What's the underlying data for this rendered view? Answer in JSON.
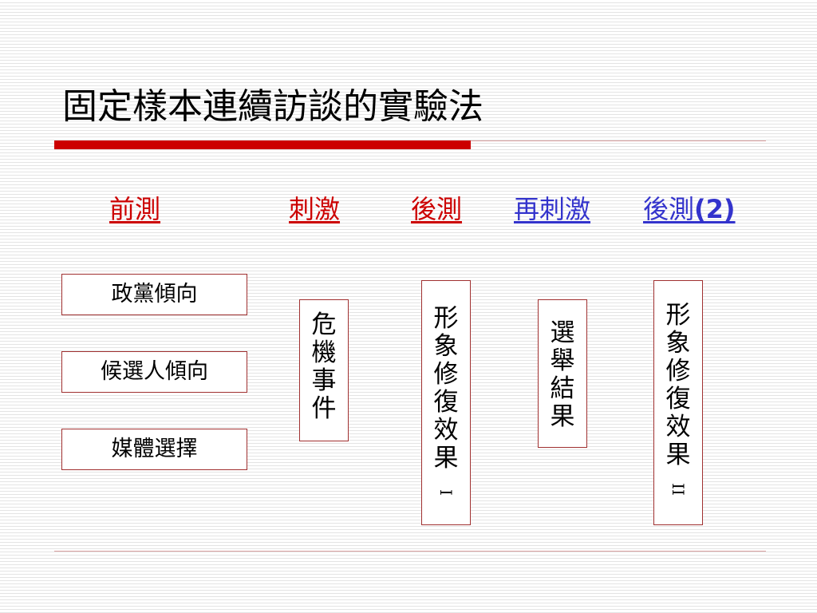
{
  "title": "固定樣本連續訪談的實驗法",
  "colors": {
    "accent_red": "#cc0000",
    "link_red": "#cc0000",
    "link_blue": "#3333cc",
    "box_border": "#a03030"
  },
  "stages": [
    {
      "label": "前測",
      "suffix": "",
      "color": "#cc0000"
    },
    {
      "label": "刺激",
      "suffix": "",
      "color": "#cc0000"
    },
    {
      "label": "後測",
      "suffix": "",
      "color": "#cc0000"
    },
    {
      "label": "再刺激",
      "suffix": "",
      "color": "#3333cc"
    },
    {
      "label": "後測",
      "suffix": "(2)",
      "color": "#3333cc"
    }
  ],
  "pretest_boxes": [
    "政黨傾向",
    "候選人傾向",
    "媒體選擇"
  ],
  "stimulus_box": [
    "危",
    "機",
    "事",
    "件"
  ],
  "posttest_box": [
    "形",
    "象",
    "修",
    "復",
    "效",
    "果",
    "I"
  ],
  "restimulus_box": [
    "選",
    "舉",
    "結",
    "果"
  ],
  "posttest2_box": [
    "形",
    "象",
    "修",
    "復",
    "效",
    "果",
    "II"
  ]
}
